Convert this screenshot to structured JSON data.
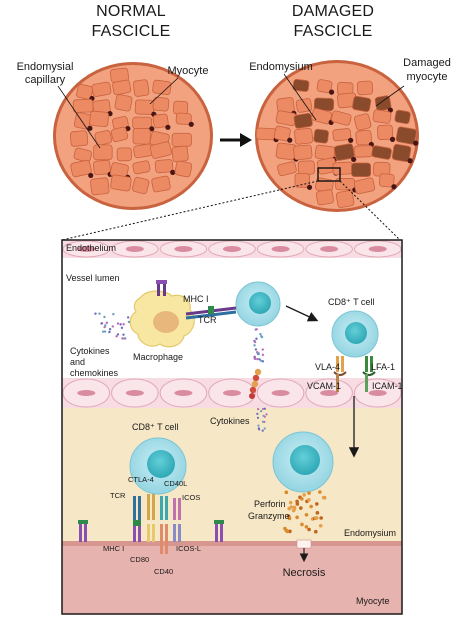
{
  "top": {
    "normal_title_line1": "NORMAL",
    "normal_title_line2": "FASCICLE",
    "damaged_title_line1": "DAMAGED",
    "damaged_title_line2": "FASCICLE",
    "label_endomysial_line1": "Endomysial",
    "label_endomysial_line2": "capillary",
    "label_myocyte": "Myocyte",
    "label_endomysium": "Endomysium",
    "label_damaged_line1": "Damaged",
    "label_damaged_line2": "myocyte"
  },
  "panel": {
    "endothelium": "Endothelium",
    "vessel_lumen": "Vessel lumen",
    "mhc1": "MHC I",
    "tcr": "TCR",
    "cytokines_and_chemokines_line1": "Cytokines",
    "cytokines_and_chemokines_line2": "and",
    "cytokines_and_chemokines_line3": "chemokines",
    "macrophage": "Macrophage",
    "cd8_tcell_upper": "CD8⁺ T cell",
    "vla4": "VLA-4",
    "lfa1": "LFA-1",
    "vcam1": "VCAM-1",
    "icam1": "ICAM-1",
    "cytokines": "Cytokines",
    "cd8_tcell_lower": "CD8⁺ T cell",
    "ctla4": "CTLA-4",
    "cd40l": "CD40L",
    "tcr_lower": "TCR",
    "icos": "ICOS",
    "mhc1_lower": "MHC I",
    "cd80": "CD80",
    "cd40": "CD40",
    "icosl": "ICOS-L",
    "perforin": "Perforin",
    "granzyme": "Granzyme",
    "endomysium": "Endomysium",
    "necrosis": "Necrosis",
    "myocyte": "Myocyte"
  },
  "colors": {
    "fascicle_fill": "#e8855f",
    "fascicle_edge": "#c9623e",
    "capillary": "#5a1a1a",
    "damaged_cell": "#8a4a2c",
    "lumen": "#ffffff",
    "endothelial": "#f6dde3",
    "endomysium_band": "#f5e6c4",
    "myocyte_band": "#e8b4b0",
    "tcell": "#9bd8e4",
    "tcell_nucleus": "#3fb8c4",
    "macrophage": "#f6e59c"
  }
}
